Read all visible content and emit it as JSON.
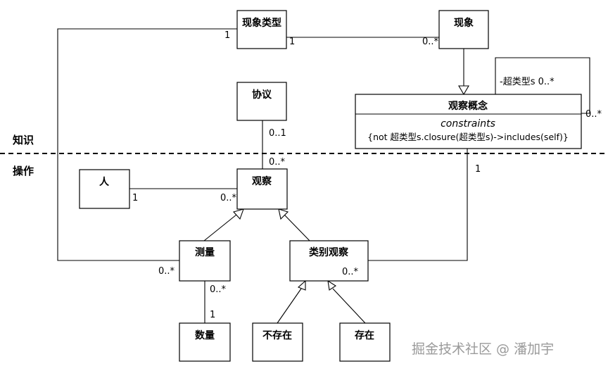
{
  "zones": {
    "knowledge": "知识",
    "operation": "操作"
  },
  "classes": {
    "phenomenon_type": "现象类型",
    "phenomenon": "现象",
    "protocol": "协议",
    "observation_concept": "观察概念",
    "person": "人",
    "observation": "观察",
    "measurement": "测量",
    "category_observation": "类别观察",
    "quantity": "数量",
    "absent": "不存在",
    "present": "存在"
  },
  "observation_concept_details": {
    "stereotype": "constraints",
    "constraint": "{not 超类型s.closure(超类型s)->includes(self)}"
  },
  "multiplicities": {
    "type_left": "1",
    "type_right": "1",
    "phenomenon_left": "0..*",
    "supertype_label": "-超类型s 0..*",
    "self_assoc_right": "0..*",
    "protocol_bottom": "0..1",
    "observation_top": "0..*",
    "concept_bottom": "1",
    "person_right": "1",
    "observation_left": "0..*",
    "measurement_left": "0..*",
    "measurement_bottom": "0..*",
    "quantity_top": "1",
    "category_right": "0..*"
  },
  "watermark": "掘金技术社区 @ 潘加宇"
}
